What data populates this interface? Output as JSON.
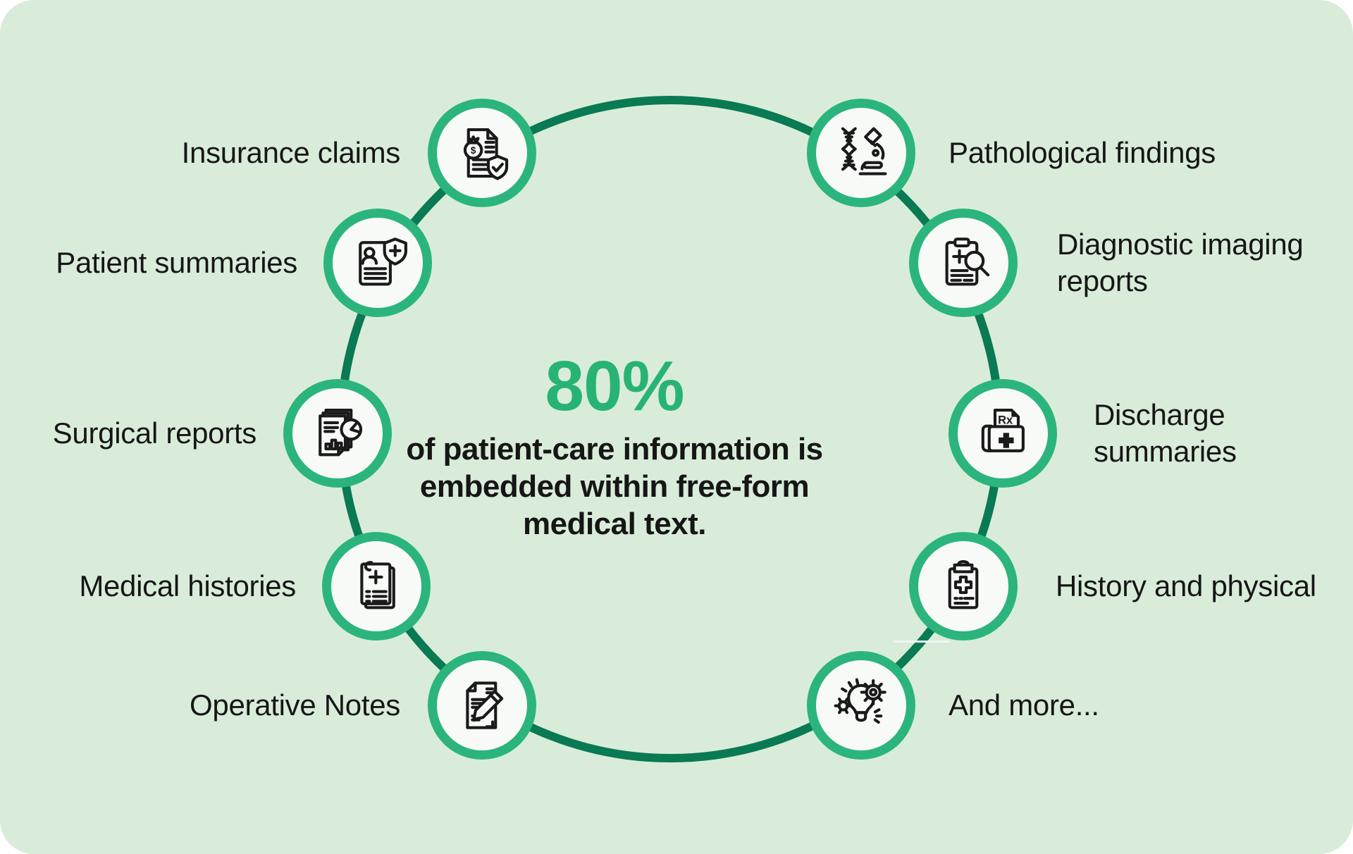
{
  "center": {
    "stat": "80%",
    "lines": [
      "of patient-care information is",
      "embedded within free-form",
      "medical text."
    ]
  },
  "items": [
    {
      "label": "Insurance claims",
      "icon": "insurance-claims-icon"
    },
    {
      "label": "Patient summaries",
      "icon": "patient-summaries-icon"
    },
    {
      "label": "Surgical reports",
      "icon": "surgical-reports-icon"
    },
    {
      "label": "Medical histories",
      "icon": "medical-histories-icon"
    },
    {
      "label": "Operative Notes",
      "icon": "operative-notes-icon"
    },
    {
      "label": "Pathological findings",
      "icon": "pathological-findings-icon"
    },
    {
      "label": "Diagnostic imaging reports",
      "icon": "diagnostic-imaging-reports-icon"
    },
    {
      "label": "Discharge summaries",
      "icon": "discharge-summaries-icon"
    },
    {
      "label": "History and physical",
      "icon": "history-and-physical-icon"
    },
    {
      "label": "And more...",
      "icon": "and-more-icon"
    }
  ],
  "colors": {
    "card_background": "#d9ecda",
    "connector_ring": "#097a53",
    "badge_ring": "#2bb57c",
    "badge_fill": "#f8faf8",
    "stat_green": "#27b374",
    "text": "#161616",
    "icon_stroke": "#1a1a1a"
  }
}
